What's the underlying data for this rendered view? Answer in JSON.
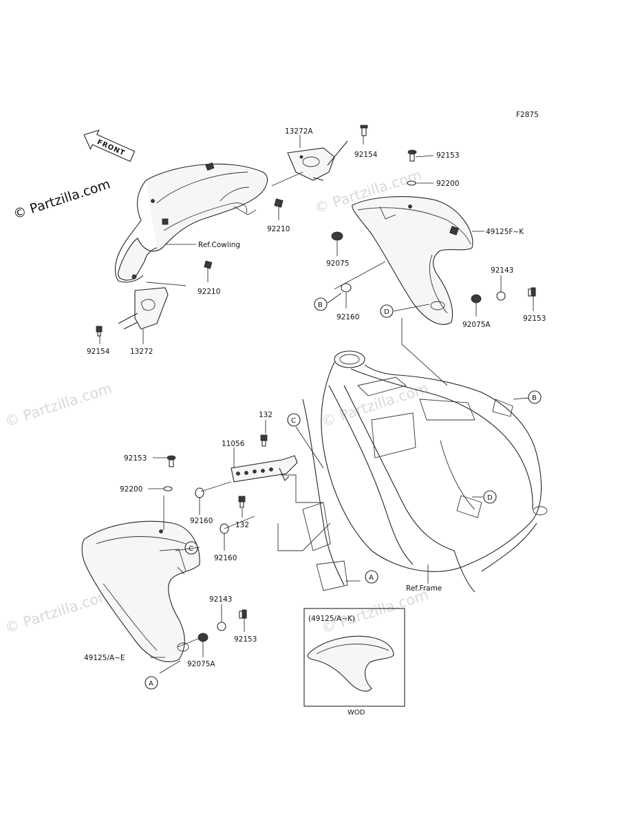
{
  "figure_code": "F2875",
  "front_label": "FRONT",
  "watermark": "© Partzilla.com",
  "inset": {
    "title": "(49125/A~K)",
    "caption": "WOD"
  },
  "refs": {
    "cowling": "Ref.Cowling",
    "frame": "Ref.Frame"
  },
  "callouts": [
    "A",
    "B",
    "C",
    "D"
  ],
  "parts": [
    {
      "id": "p-13272A",
      "label": "13272A"
    },
    {
      "id": "p-92154-top",
      "label": "92154"
    },
    {
      "id": "p-92153-top",
      "label": "92153"
    },
    {
      "id": "p-92200-top",
      "label": "92200"
    },
    {
      "id": "p-92210-a",
      "label": "92210"
    },
    {
      "id": "p-92210-b",
      "label": "92210"
    },
    {
      "id": "p-49125FK",
      "label": "49125F~K"
    },
    {
      "id": "p-92075",
      "label": "92075"
    },
    {
      "id": "p-92143-top",
      "label": "92143"
    },
    {
      "id": "p-92160-top",
      "label": "92160"
    },
    {
      "id": "p-92075A-top",
      "label": "92075A"
    },
    {
      "id": "p-92153-right",
      "label": "92153"
    },
    {
      "id": "p-92154-left",
      "label": "92154"
    },
    {
      "id": "p-13272",
      "label": "13272"
    },
    {
      "id": "p-132-top",
      "label": "132"
    },
    {
      "id": "p-11056",
      "label": "11056"
    },
    {
      "id": "p-92153-mid",
      "label": "92153"
    },
    {
      "id": "p-92200-mid",
      "label": "92200"
    },
    {
      "id": "p-92160-mid",
      "label": "92160"
    },
    {
      "id": "p-132-mid",
      "label": "132"
    },
    {
      "id": "p-92160-low",
      "label": "92160"
    },
    {
      "id": "p-92143-low",
      "label": "92143"
    },
    {
      "id": "p-92153-low",
      "label": "92153"
    },
    {
      "id": "p-49125AE",
      "label": "49125/A~E"
    },
    {
      "id": "p-92075A-low",
      "label": "92075A"
    }
  ]
}
